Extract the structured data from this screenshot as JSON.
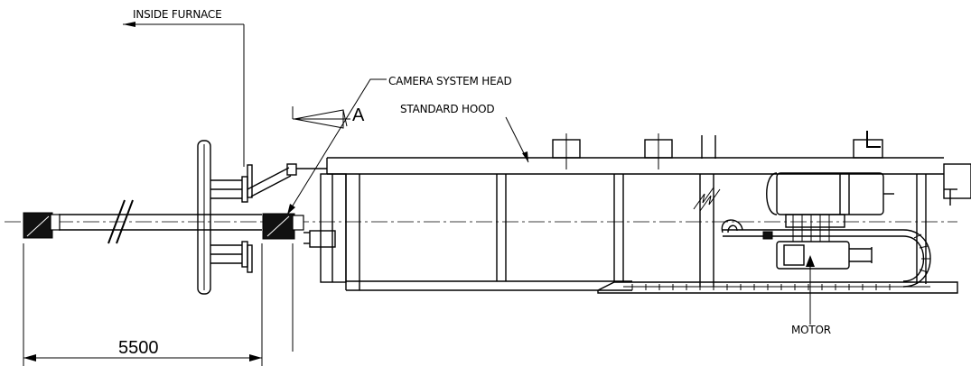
{
  "diagram": {
    "labels": {
      "inside_furnace": "INSIDE FURNACE",
      "camera_system_head": "CAMERA SYSTEM HEAD",
      "section_marker": "A",
      "standard_hood": "STANDARD HOOD",
      "motor": "MOTOR",
      "dimension": "5500"
    },
    "colors": {
      "line": "#000000",
      "background": "#ffffff"
    }
  }
}
